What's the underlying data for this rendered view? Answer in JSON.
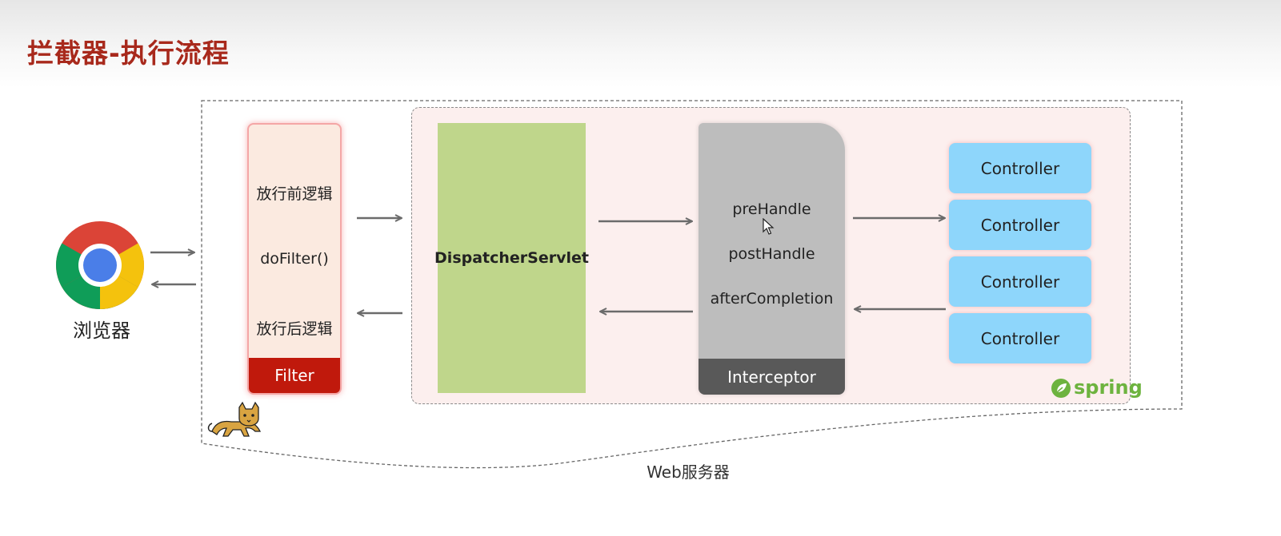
{
  "header": {
    "title": "拦截器-执行流程"
  },
  "browser": {
    "label": "浏览器",
    "icon": "chrome-icon"
  },
  "filter": {
    "before_text": "放行前逻辑",
    "call_text": "doFilter()",
    "after_text": "放行后逻辑",
    "footer_label": "Filter"
  },
  "dispatcher": {
    "label": "DispatcherServlet"
  },
  "interceptor": {
    "methods": [
      "preHandle",
      "postHandle",
      "afterCompletion"
    ],
    "footer_label": "Interceptor"
  },
  "controllers": [
    "Controller",
    "Controller",
    "Controller",
    "Controller"
  ],
  "spring_logo": {
    "text": "spring"
  },
  "server": {
    "label": "Web服务器",
    "logo": "tomcat-icon"
  },
  "colors": {
    "title": "#a8291c",
    "filter_footer": "#c0190c",
    "dispatcher": "#bfd68b",
    "interceptor": "#bdbdbd",
    "interceptor_footer": "#595959",
    "controller": "#8ed6fb",
    "spring": "#6db33f"
  }
}
